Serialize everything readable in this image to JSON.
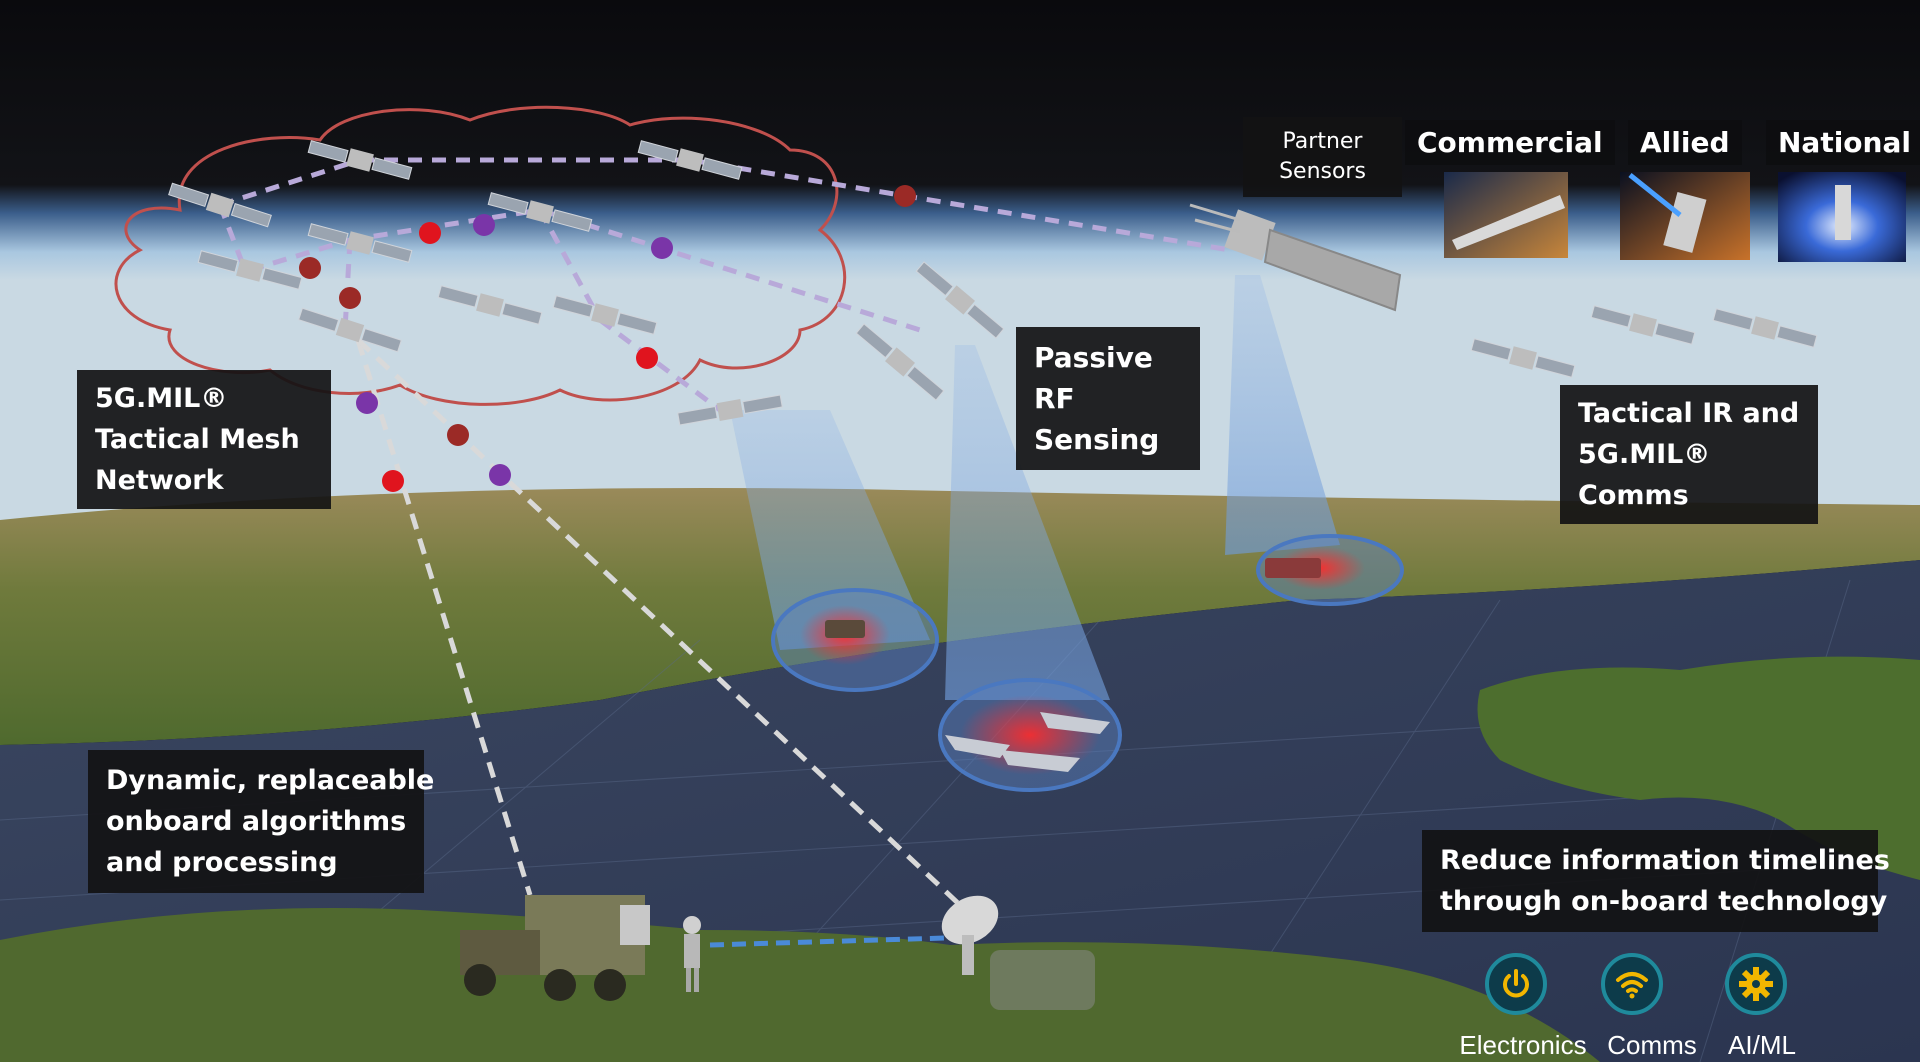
{
  "labels": {
    "mesh": {
      "line1": "5G.MIL®",
      "line2": "Tactical Mesh",
      "line3": "Network"
    },
    "partner": {
      "line1": "Partner",
      "line2": "Sensors"
    },
    "passive_rf": {
      "line1": "Passive",
      "line2": "RF",
      "line3": "Sensing"
    },
    "tactical_ir": {
      "line1": "Tactical IR and",
      "line2": "5G.MIL®",
      "line3": "Comms"
    },
    "dynamic": {
      "line1": "Dynamic, replaceable",
      "line2": "onboard algorithms",
      "line3": "and processing"
    },
    "reduce": {
      "line1": "Reduce information timelines",
      "line2": "through on-board technology"
    }
  },
  "sources": [
    {
      "label": "Commercial"
    },
    {
      "label": "Allied"
    },
    {
      "label": "National"
    }
  ],
  "capabilities": [
    {
      "label": "Electronics",
      "icon": "power-icon"
    },
    {
      "label": "Comms",
      "icon": "wifi-icon"
    },
    {
      "label": "AI/ML",
      "icon": "gear-icon"
    }
  ],
  "colors": {
    "mesh_cloud": "#c0504d",
    "link_dash": "#b8a9d9",
    "node_red": "#e0141e",
    "node_darkred": "#9b2a26",
    "node_purple": "#7a35a8",
    "ground_link": "#d9d9d9",
    "beam": "#6f9bd8",
    "icon_ring": "#1f8a9c",
    "icon_glyph": "#f2b600"
  }
}
